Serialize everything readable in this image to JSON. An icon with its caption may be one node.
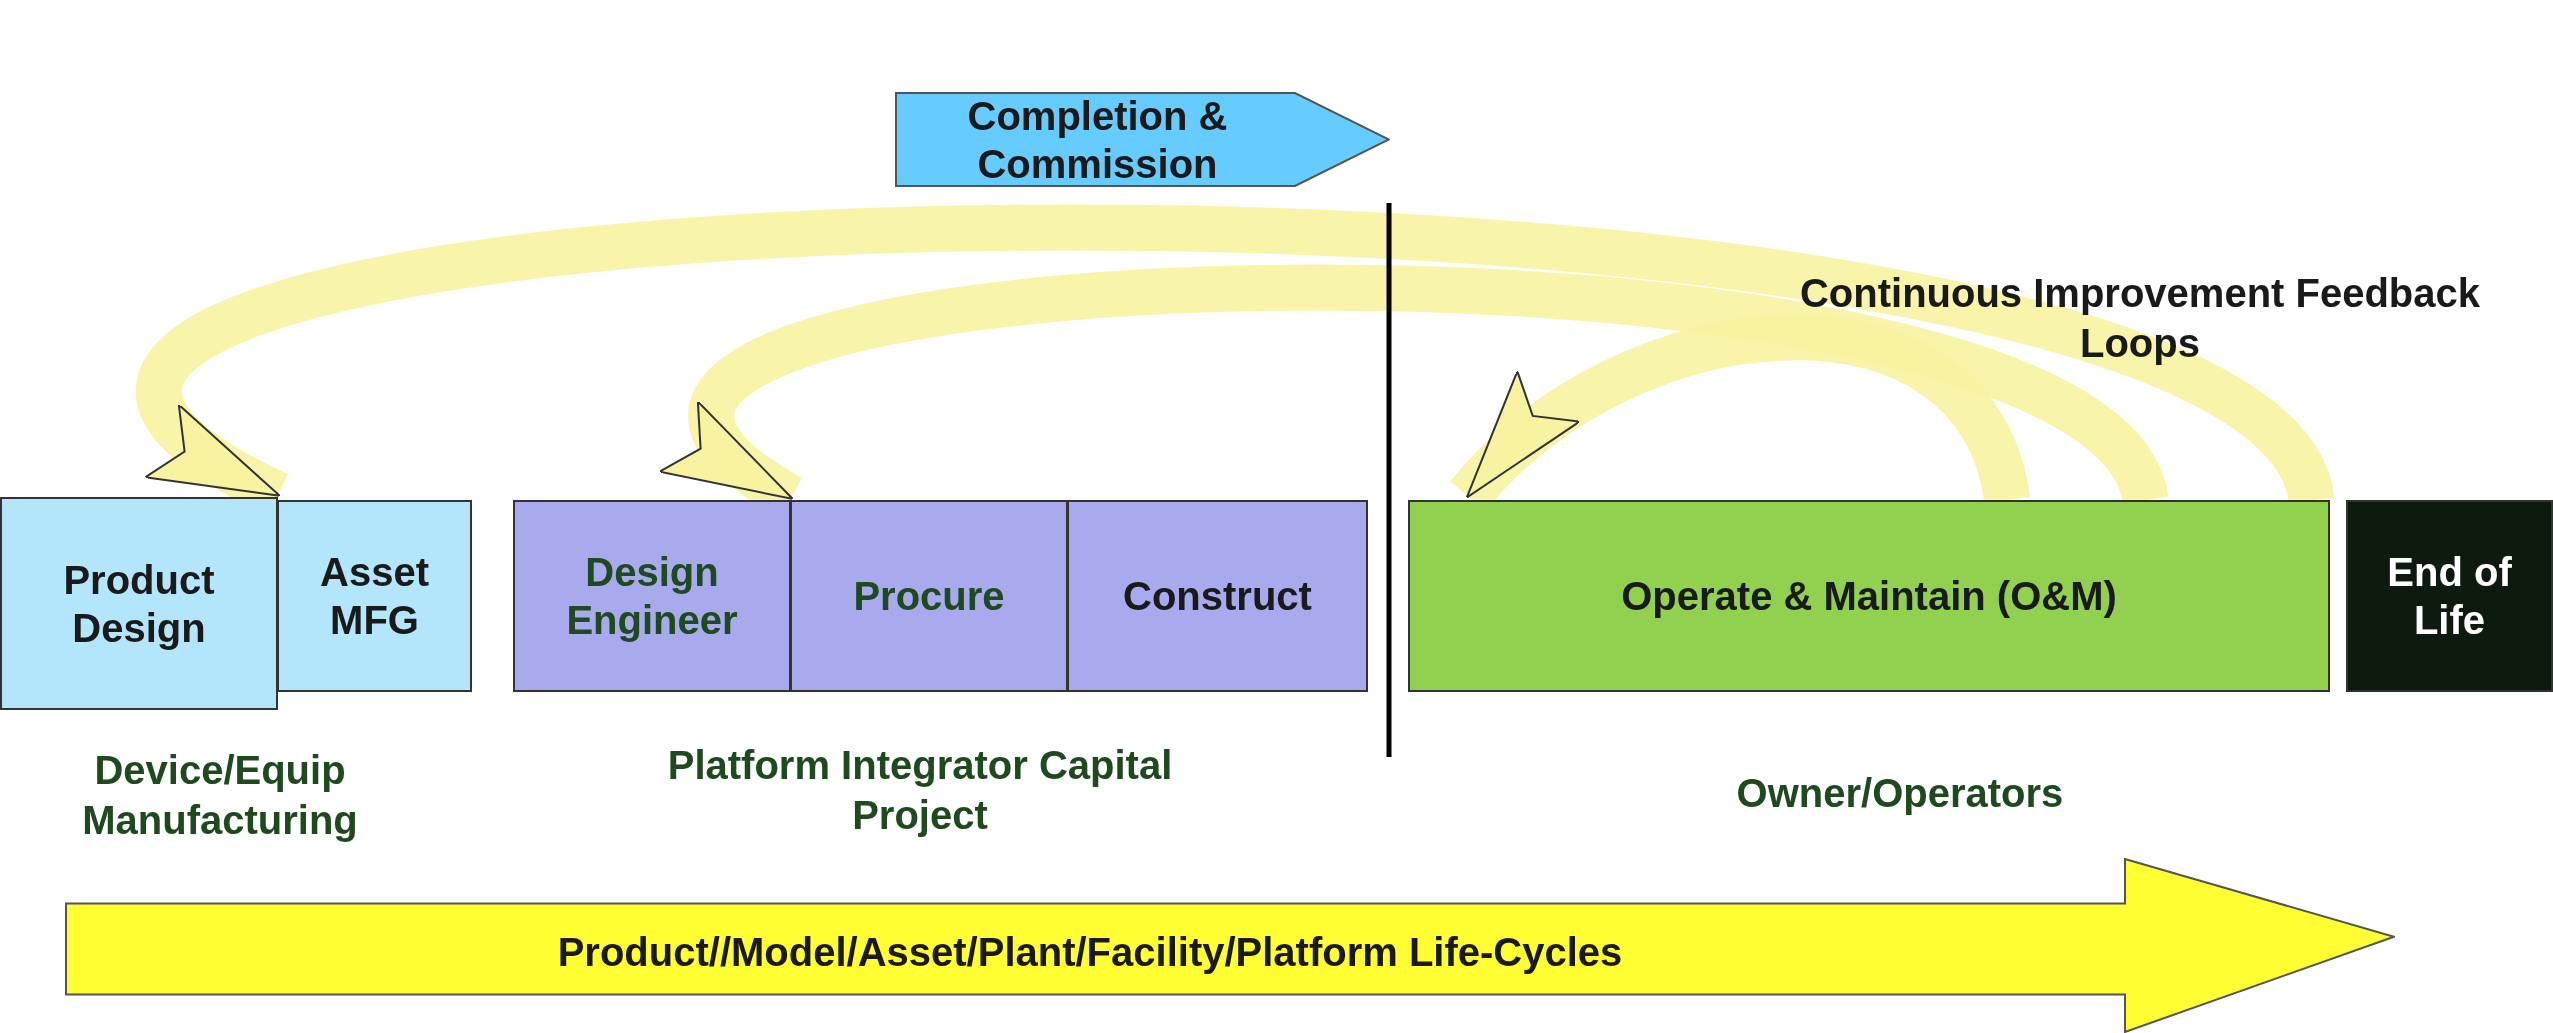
{
  "diagram": {
    "nodes": [
      {
        "text": [
          "Completion & Commission"
        ]
      },
      {
        "text": [
          "Product Design"
        ]
      },
      {
        "text": [
          "Asset MFG"
        ]
      },
      {
        "text": [
          "Design Engineer"
        ]
      },
      {
        "text": [
          "Procure"
        ]
      },
      {
        "text": [
          "Construct"
        ]
      },
      {
        "text": [
          "Operate & Maintain (O&M)"
        ]
      },
      {
        "text": [
          "End of Life"
        ]
      },
      {
        "text": [
          "Product//Model/Asset/Plant/Facility/Platform Life-Cycles"
        ]
      }
    ],
    "edges": [
      {
        "from": 6,
        "to": 1,
        "arrow": "to"
      },
      {
        "from": 6,
        "to": 3,
        "arrow": "to"
      },
      {
        "from": 6,
        "to": 6,
        "arrow": "to"
      }
    ],
    "labels": [
      "Continuous Improvement Feedback Loops",
      "Device/Equip Manufacturing",
      "Platform Integrator Capital Project",
      "Owner/Operators"
    ]
  }
}
